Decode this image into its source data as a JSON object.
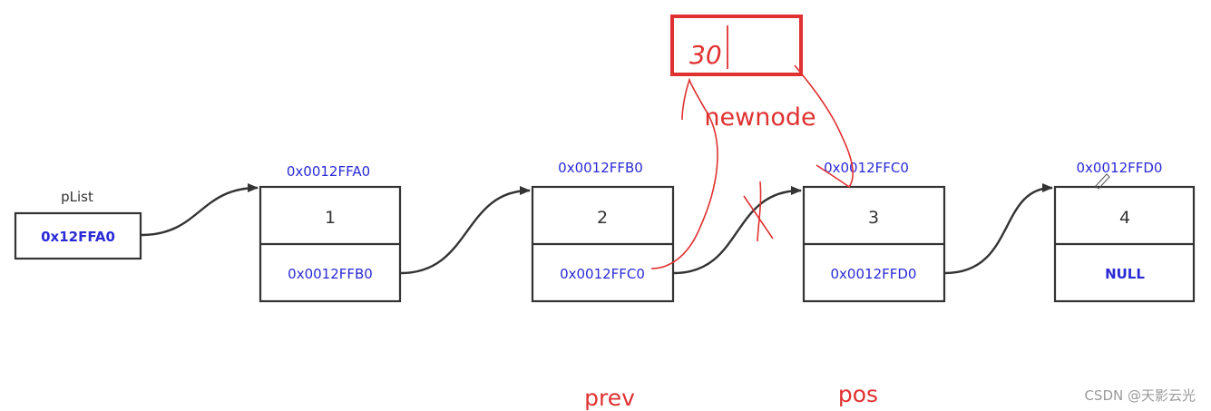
{
  "head_pointer": {
    "label": "pList",
    "value": "0x12FFA0"
  },
  "nodes": [
    {
      "address": "0x0012FFA0",
      "data": "1",
      "next": "0x0012FFB0"
    },
    {
      "address": "0x0012FFB0",
      "data": "2",
      "next": "0x0012FFC0"
    },
    {
      "address": "0x0012FFC0",
      "data": "3",
      "next": "0x0012FFD0"
    },
    {
      "address": "0x0012FFD0",
      "data": "4",
      "next": "NULL"
    }
  ],
  "new_node": {
    "label": "newnode",
    "data": "30",
    "next": ""
  },
  "annotations": {
    "prev_label": "prev",
    "pos_label": "pos",
    "broken_link_mark": "X"
  },
  "colors": {
    "address_text": "#2a2ad6",
    "annotation_red": "#e03131",
    "outline": "#333333"
  },
  "watermark": "CSDN @天影云光"
}
